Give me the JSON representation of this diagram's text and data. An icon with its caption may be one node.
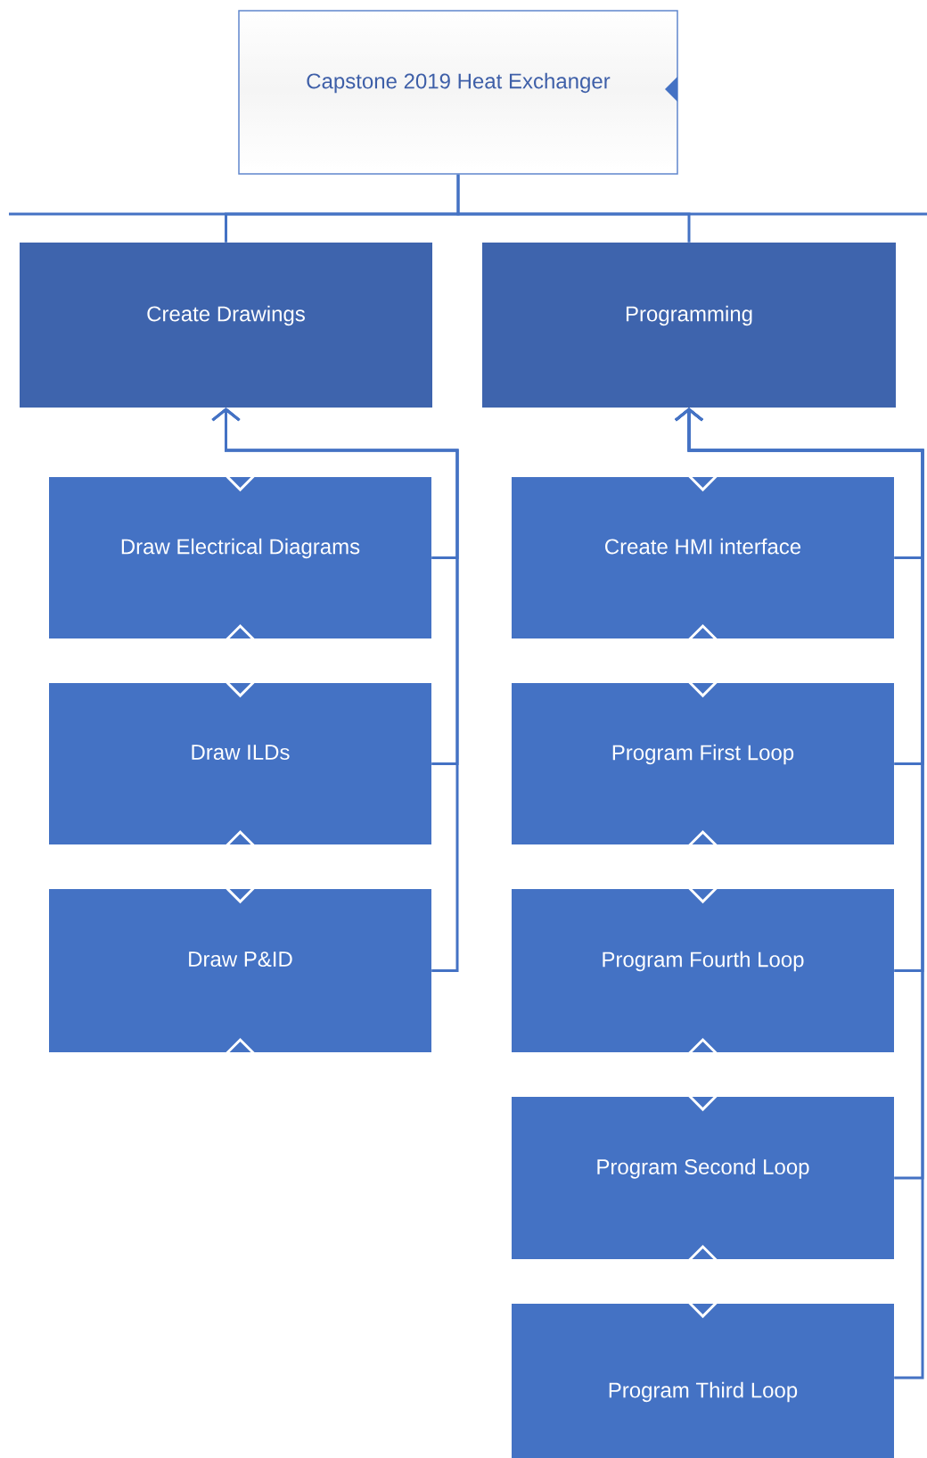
{
  "diagram": {
    "nodes": [
      {
        "text": [
          "Capstone 2019 Heat Exchanger"
        ]
      },
      {
        "text": [
          "Create Drawings"
        ]
      },
      {
        "text": [
          "Programming"
        ]
      },
      {
        "text": [
          "Draw Electrical Diagrams"
        ]
      },
      {
        "text": [
          "Draw ILDs"
        ]
      },
      {
        "text": [
          "Draw P&ID"
        ]
      },
      {
        "text": [
          "Create HMI interface"
        ]
      },
      {
        "text": [
          "Program First Loop"
        ]
      },
      {
        "text": [
          "Program Fourth Loop"
        ]
      },
      {
        "text": [
          "Program Second Loop"
        ]
      },
      {
        "text": [
          "Program Third Loop"
        ]
      }
    ],
    "edges": [
      {
        "from": 0,
        "to": 1,
        "arrow": "none"
      },
      {
        "from": 0,
        "to": 2,
        "arrow": "none"
      },
      {
        "from": 3,
        "to": 1,
        "arrow": "to"
      },
      {
        "from": 4,
        "to": 1,
        "arrow": "to"
      },
      {
        "from": 5,
        "to": 1,
        "arrow": "to"
      },
      {
        "from": 6,
        "to": 2,
        "arrow": "to"
      },
      {
        "from": 7,
        "to": 2,
        "arrow": "to"
      },
      {
        "from": 8,
        "to": 2,
        "arrow": "to"
      },
      {
        "from": 9,
        "to": 2,
        "arrow": "to"
      },
      {
        "from": 10,
        "to": 2,
        "arrow": "to"
      }
    ]
  }
}
